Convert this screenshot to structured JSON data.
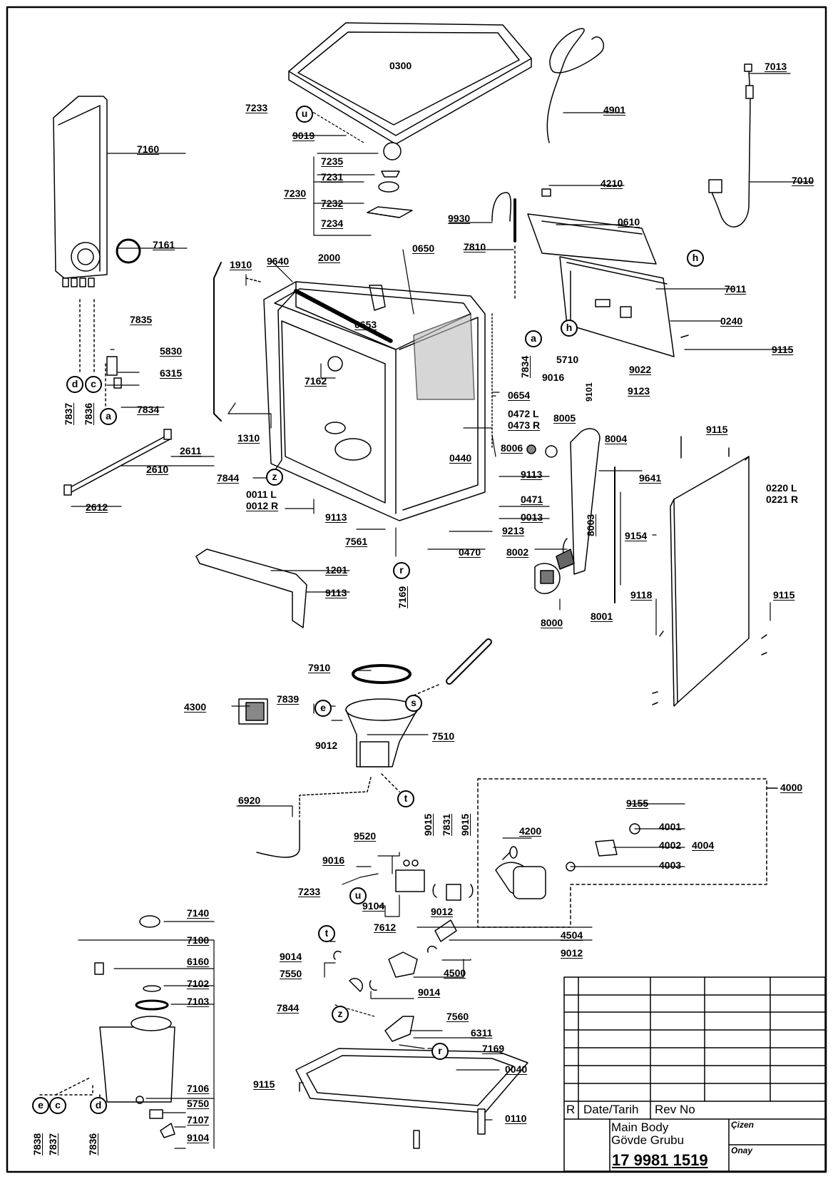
{
  "labels": {
    "l0300": "0300",
    "l7013": "7013",
    "l4901": "4901",
    "l7233a": "7233",
    "l9019": "9019",
    "l7160": "7160",
    "l7235": "7235",
    "l7231": "7231",
    "l7230": "7230",
    "l7232": "7232",
    "l7234": "7234",
    "l7010": "7010",
    "l4210": "4210",
    "l0610": "0610",
    "l9930": "9930",
    "l7161": "7161",
    "l7810": "7810",
    "l1910": "1910",
    "l9640": "9640",
    "l2000": "2000",
    "l0650": "0650",
    "l7011": "7011",
    "l0240": "0240",
    "l7835": "7835",
    "l0653": "0653",
    "l5830": "5830",
    "l9115a": "9115",
    "l7834a": "7834",
    "l5710": "5710",
    "l9022": "9022",
    "l6315": "6315",
    "l7162": "7162",
    "l9016a": "9016",
    "l9123": "9123",
    "l7837a": "7837",
    "l7836a": "7836",
    "l9101": "9101",
    "l7834b": "7834",
    "l0654": "0654",
    "l0472": "0472 L",
    "l0473": "0473 R",
    "l8005": "8005",
    "l1310": "1310",
    "l9115b": "9115",
    "l8004": "8004",
    "l2611": "2611",
    "l8006": "8006",
    "l0440": "0440",
    "l2610": "2610",
    "l9113a": "9113",
    "l9641": "9641",
    "l7844a": "7844",
    "l0220": "0220 L",
    "l0221": "0221 R",
    "l0011": "0011 L",
    "l0012": "0012 R",
    "l0471": "0471",
    "l2612": "2612",
    "l9113b": "9113",
    "l0013": "0013",
    "l8003": "8003",
    "l9213": "9213",
    "l9154": "9154",
    "l7561": "7561",
    "l0470": "0470",
    "l8002": "8002",
    "l1201": "1201",
    "l9113c": "9113",
    "l9118": "9118",
    "l9115c": "9115",
    "l7169a": "7169",
    "l8000": "8000",
    "l8001": "8001",
    "l7910": "7910",
    "l7839": "7839",
    "l4300": "4300",
    "l7510": "7510",
    "l9012a": "9012",
    "l4000": "4000",
    "l6920": "6920",
    "l9155": "9155",
    "l9015a": "9015",
    "l7831": "7831",
    "l9015b": "9015",
    "l4200": "4200",
    "l4001": "4001",
    "l9520": "9520",
    "l4002": "4002",
    "l4004": "4004",
    "l9016b": "9016",
    "l4003": "4003",
    "l7233b": "7233",
    "l9104a": "9104",
    "l9012b": "9012",
    "l7612": "7612",
    "l7140": "7140",
    "l4504": "4504",
    "l9014a": "9014",
    "l9012c": "9012",
    "l7100": "7100",
    "l7550": "7550",
    "l4500": "4500",
    "l6160": "6160",
    "l9014b": "9014",
    "l7102": "7102",
    "l7103": "7103",
    "l7844b": "7844",
    "l7560": "7560",
    "l6311": "6311",
    "l7169b": "7169",
    "l0040": "0040",
    "l9115d": "9115",
    "l7106": "7106",
    "l5750": "5750",
    "l7107": "7107",
    "l0110": "0110",
    "l9104b": "9104",
    "l7838": "7838",
    "l7837b": "7837",
    "l7836b": "7836"
  },
  "callouts": {
    "u1": "u",
    "u2": "u",
    "h1": "h",
    "h2": "h",
    "a1": "a",
    "a2": "a",
    "d1": "d",
    "d2": "d",
    "c1": "c",
    "c2": "c",
    "e1": "e",
    "e2": "e",
    "z1": "z",
    "z2": "z",
    "r1": "r",
    "r2": "r",
    "s1": "s",
    "t1": "t",
    "t2": "t"
  },
  "title_block": {
    "rev_letter": "R",
    "date_header": "Date/Tarih",
    "rev_header": "Rev No",
    "title_en": "Main Body",
    "title_tr": "Gövde Grubu",
    "drawn_label": "Çizen",
    "approved_label": "Onay",
    "drawing_number": "17 9981 1519"
  }
}
